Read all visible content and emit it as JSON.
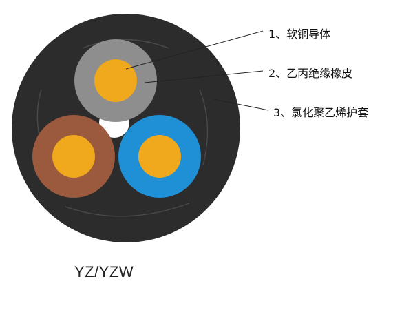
{
  "diagram": {
    "labels": [
      {
        "number": "1",
        "text": "1、软铜导体"
      },
      {
        "number": "2",
        "text": "2、乙丙绝缘橡皮"
      },
      {
        "number": "3",
        "text": "3、氯化聚乙烯护套"
      }
    ],
    "model_code": "YZ/YZW",
    "colors": {
      "sheath": "#2c2c2c",
      "filler": "#ffffff",
      "conductor": "#f0a81c",
      "insulation_gray": "#8e8e8e",
      "insulation_brown": "#9b5a3e",
      "insulation_blue": "#1f8fd6",
      "leader_line": "#222222"
    }
  }
}
